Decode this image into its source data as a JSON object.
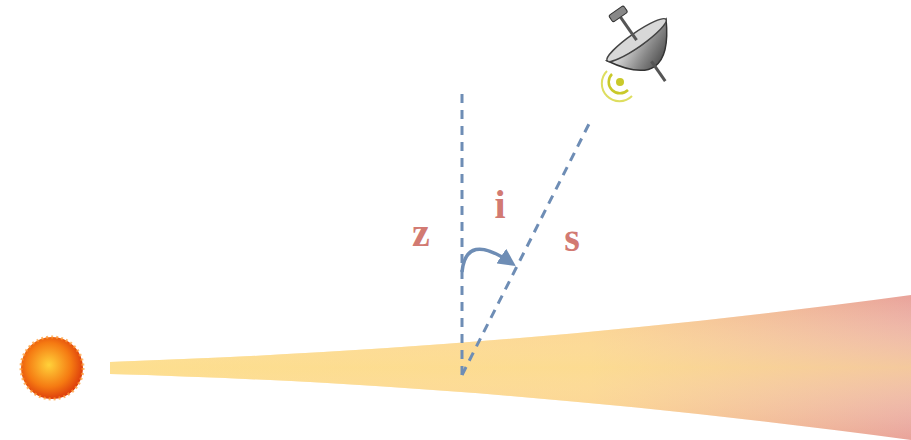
{
  "diagram": {
    "labels": [
      "z",
      "i",
      "s"
    ]
  }
}
